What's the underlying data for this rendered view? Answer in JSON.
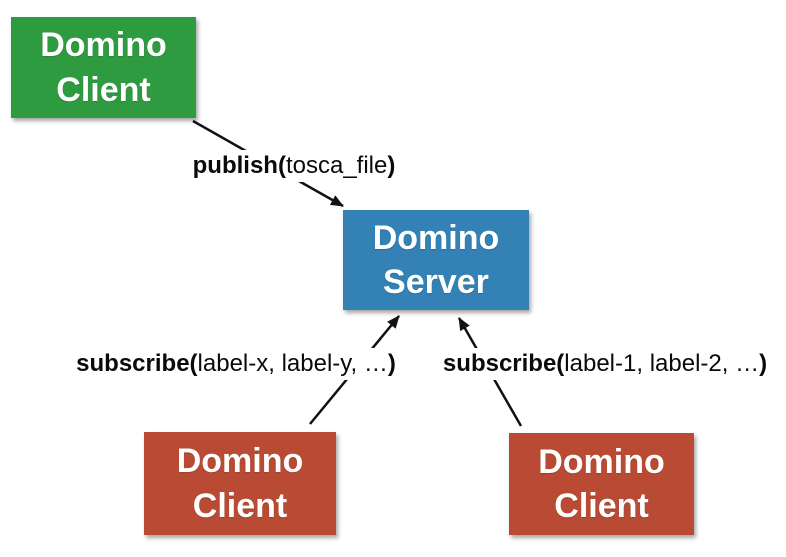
{
  "colors": {
    "publisher_green": "#2f9b41",
    "server_blue": "#3381b5",
    "subscriber_red": "#b94b34",
    "arrow_black": "#111111",
    "node_text_white": "#ffffff"
  },
  "nodes": {
    "publisher": {
      "label": "Domino\nClient"
    },
    "server": {
      "label": "Domino\nServer"
    },
    "subscriber_left": {
      "label": "Domino\nClient"
    },
    "subscriber_right": {
      "label": "Domino\nClient"
    }
  },
  "edges": {
    "publish": {
      "bold_open": "publish(",
      "args": "tosca_file",
      "bold_close": ")"
    },
    "subscribe_left": {
      "bold_open": "subscribe(",
      "args": "label-x, label-y, …",
      "bold_close": ")"
    },
    "subscribe_right": {
      "bold_open": "subscribe(",
      "args": "label-1, label-2, …",
      "bold_close": ")"
    }
  }
}
